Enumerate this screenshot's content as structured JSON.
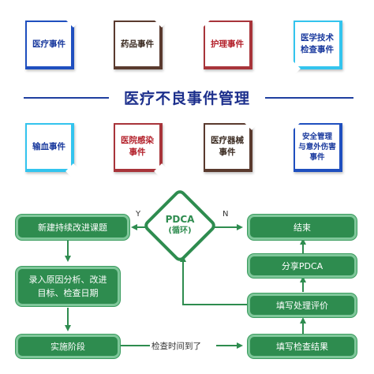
{
  "title": "医疗不良事件管理",
  "top_tiles": [
    {
      "label": "医疗事件"
    },
    {
      "label": "药品事件"
    },
    {
      "label": "护理事件"
    },
    {
      "label": "医学技术\n检查事件"
    }
  ],
  "bottom_tiles": [
    {
      "label": "输血事件"
    },
    {
      "label": "医院感染\n事件"
    },
    {
      "label": "医疗器械\n事件"
    },
    {
      "label": "安全管理\n与意外伤害\n事件"
    }
  ],
  "colors": {
    "blue": "#1f4fbf",
    "brown": "#5a3a2e",
    "red": "#a8343a",
    "cyan": "#33c4ee",
    "flow_green": "#2e8c4f",
    "title_blue": "#1c2f8c"
  },
  "flow": {
    "diamond_main": "PDCA",
    "diamond_sub": "(循环)",
    "yes_label": "Y",
    "no_label": "N",
    "bottom_arrow_label": "检查时间到了",
    "left_steps": [
      {
        "label": "新建持续改进课题"
      },
      {
        "label": "录入原因分析、改进\n目标、检查日期"
      },
      {
        "label": "实施阶段"
      }
    ],
    "right_steps": [
      {
        "label": "结束"
      },
      {
        "label": "分享PDCA"
      },
      {
        "label": "填写处理评价"
      },
      {
        "label": "填写检查结果"
      }
    ]
  }
}
